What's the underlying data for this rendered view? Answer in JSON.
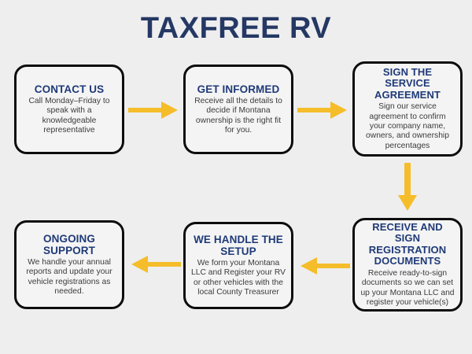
{
  "page": {
    "title": "TAXFREE RV",
    "background_color": "#eeeeee",
    "title_color": "#253864",
    "heading_color": "#1f3a78",
    "body_color": "#3b3b3b",
    "box_fill_color": "#f4f4f4",
    "box_border_color": "#0d0d0d",
    "arrow_color": "#f5bd2a"
  },
  "steps": [
    {
      "id": "contact-us",
      "heading": "CONTACT US",
      "body": "Call Monday–Friday to speak with a knowledgeable representative"
    },
    {
      "id": "get-informed",
      "heading": "GET INFORMED",
      "body": "Receive all the details to decide if Montana ownership is the right fit for you."
    },
    {
      "id": "sign-agreement",
      "heading": "SIGN THE SERVICE AGREEMENT",
      "body": "Sign our service agreement to confirm your company name, owners, and ownership percentages"
    },
    {
      "id": "receive-sign",
      "heading": "RECEIVE AND SIGN REGISTRATION DOCUMENTS",
      "body": "Receive ready-to-sign documents so we can set up your Montana LLC and register your vehicle(s)"
    },
    {
      "id": "we-handle-setup",
      "heading": "WE HANDLE THE SETUP",
      "body": "We form your Montana LLC and Register your RV or other vehicles with the local County Treasurer"
    },
    {
      "id": "ongoing-support",
      "heading": "ONGOING SUPPORT",
      "body": "We handle your annual reports and update your vehicle registrations as needed."
    }
  ],
  "arrows": [
    {
      "id": "arrow-contact-to-informed",
      "direction": "right"
    },
    {
      "id": "arrow-informed-to-agreement",
      "direction": "right"
    },
    {
      "id": "arrow-agreement-to-documents",
      "direction": "down"
    },
    {
      "id": "arrow-documents-to-setup",
      "direction": "left"
    },
    {
      "id": "arrow-setup-to-support",
      "direction": "left"
    }
  ]
}
